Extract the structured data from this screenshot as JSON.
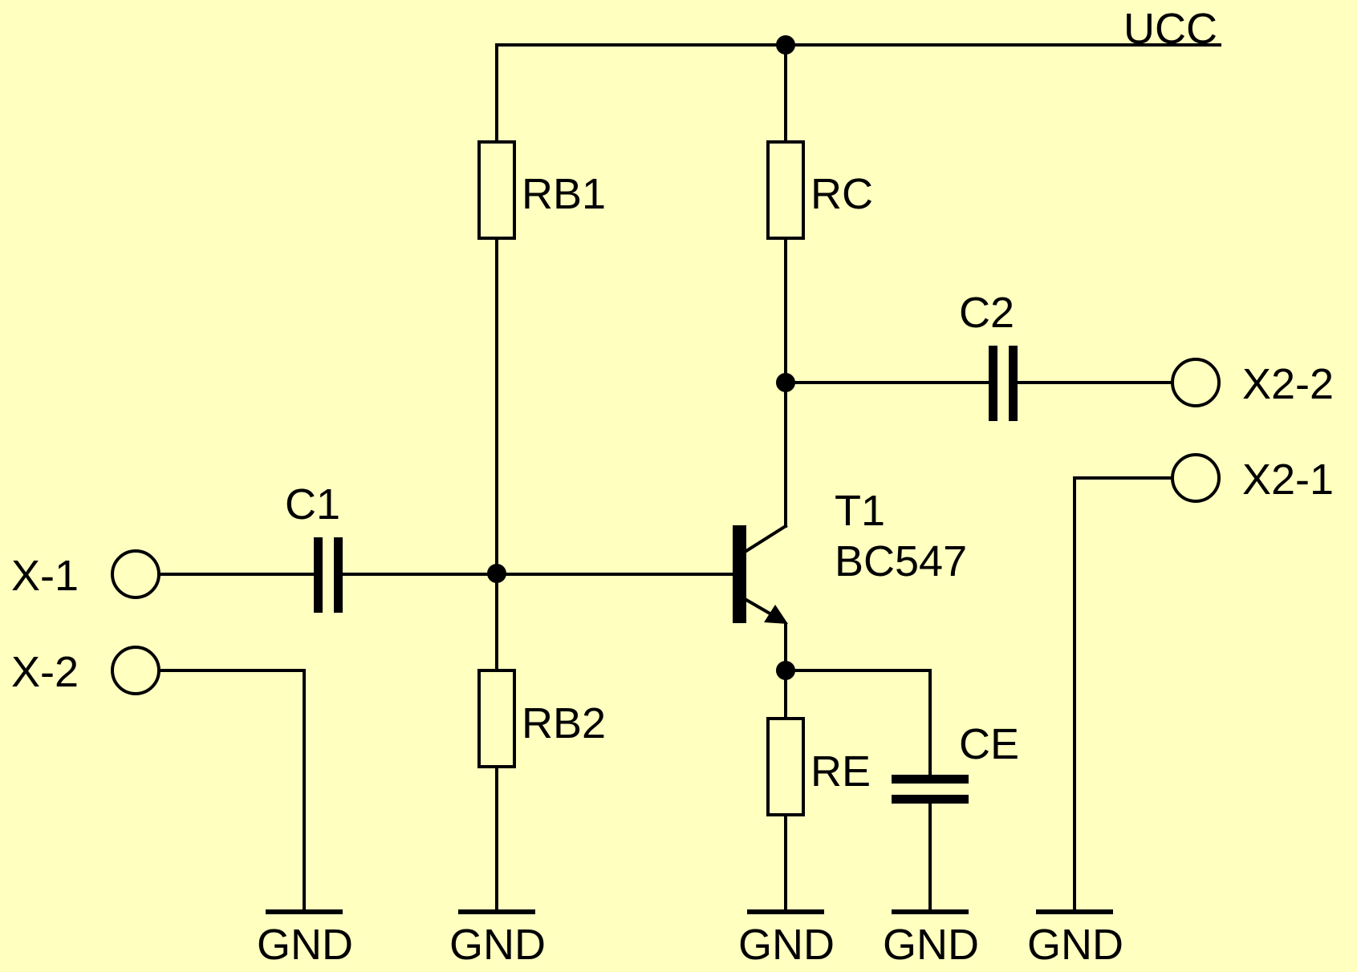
{
  "background_color": "#ffffc0",
  "line_color": "#000000",
  "labels": {
    "ucc": "UCC",
    "rb1": "RB1",
    "rb2": "RB2",
    "rc": "RC",
    "re": "RE",
    "c1": "C1",
    "c2": "C2",
    "ce": "CE",
    "t1": "T1",
    "t1_part": "BC547",
    "x1": "X-1",
    "x2": "X-2",
    "x2_1": "X2-1",
    "x2_2": "X2-2",
    "gnd": "GND"
  }
}
